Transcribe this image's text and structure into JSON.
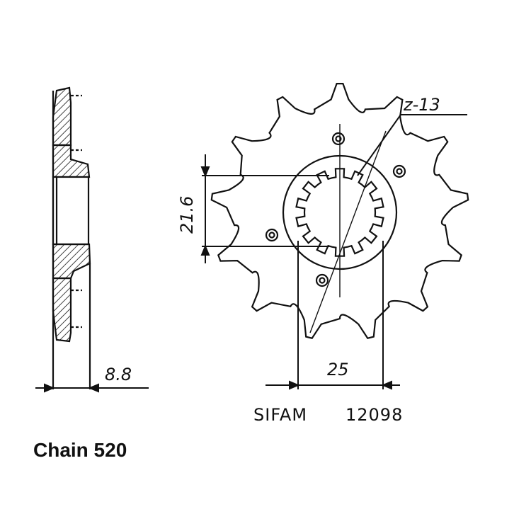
{
  "dimensions": {
    "teeth_label": "z-13",
    "bore_height": "21.6",
    "thickness": "8.8",
    "spline_width": "25"
  },
  "part": {
    "brand": "SIFAM",
    "number": "12098"
  },
  "chain": {
    "label": "Chain 520"
  },
  "sprocket": {
    "teeth": 13
  },
  "colors": {
    "ink": "#111111",
    "background": "#ffffff"
  }
}
